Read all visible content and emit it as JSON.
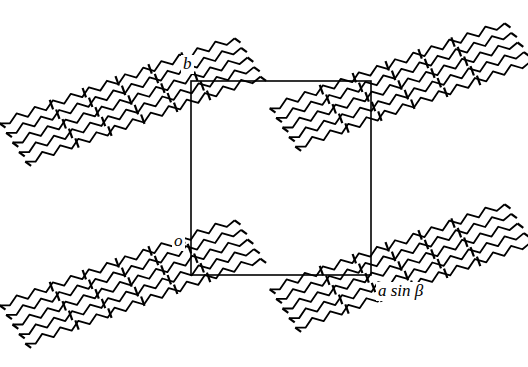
{
  "diagram": {
    "labels": [
      "b",
      "o",
      "a sin β"
    ]
  }
}
